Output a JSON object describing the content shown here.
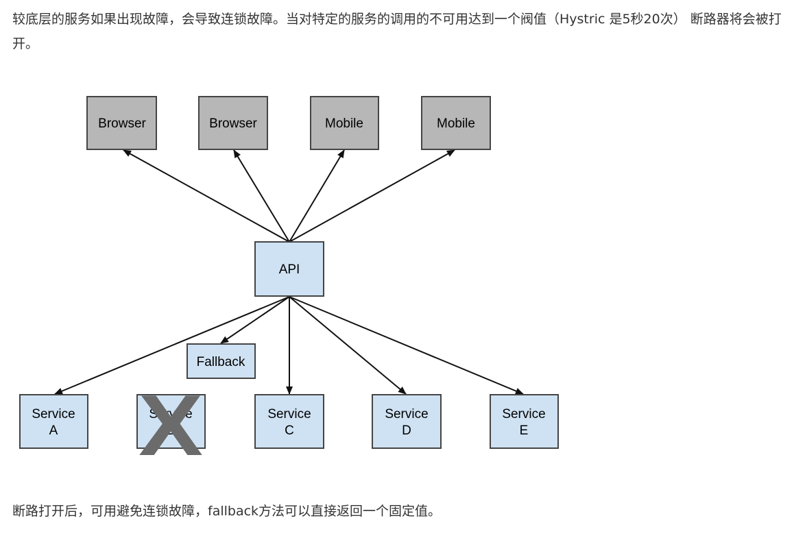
{
  "intro_text": "较底层的服务如果出现故障，会导致连锁故障。当对特定的服务的调用的不可用达到一个阀值（Hystric 是5秒20次） 断路器将会被打开。",
  "outro_text": "断路打开后，可用避免连锁故障，fallback方法可以直接返回一个固定值。",
  "diagram": {
    "clients": [
      {
        "label": "Browser"
      },
      {
        "label": "Browser"
      },
      {
        "label": "Mobile"
      },
      {
        "label": "Mobile"
      }
    ],
    "api": {
      "label": "API"
    },
    "fallback": {
      "label": "Fallback"
    },
    "services": [
      {
        "line1": "Service",
        "line2": "A"
      },
      {
        "line1": "Service",
        "line2": "B",
        "failed": true
      },
      {
        "line1": "Service",
        "line2": "C"
      },
      {
        "line1": "Service",
        "line2": "D"
      },
      {
        "line1": "Service",
        "line2": "E"
      }
    ],
    "failure_mark": "X",
    "colors": {
      "client_fill": "#b7b7b7",
      "api_fill": "#cfe2f3",
      "border": "#444444",
      "arrow": "#111111",
      "failure_mark": "#6b6b6b"
    }
  }
}
